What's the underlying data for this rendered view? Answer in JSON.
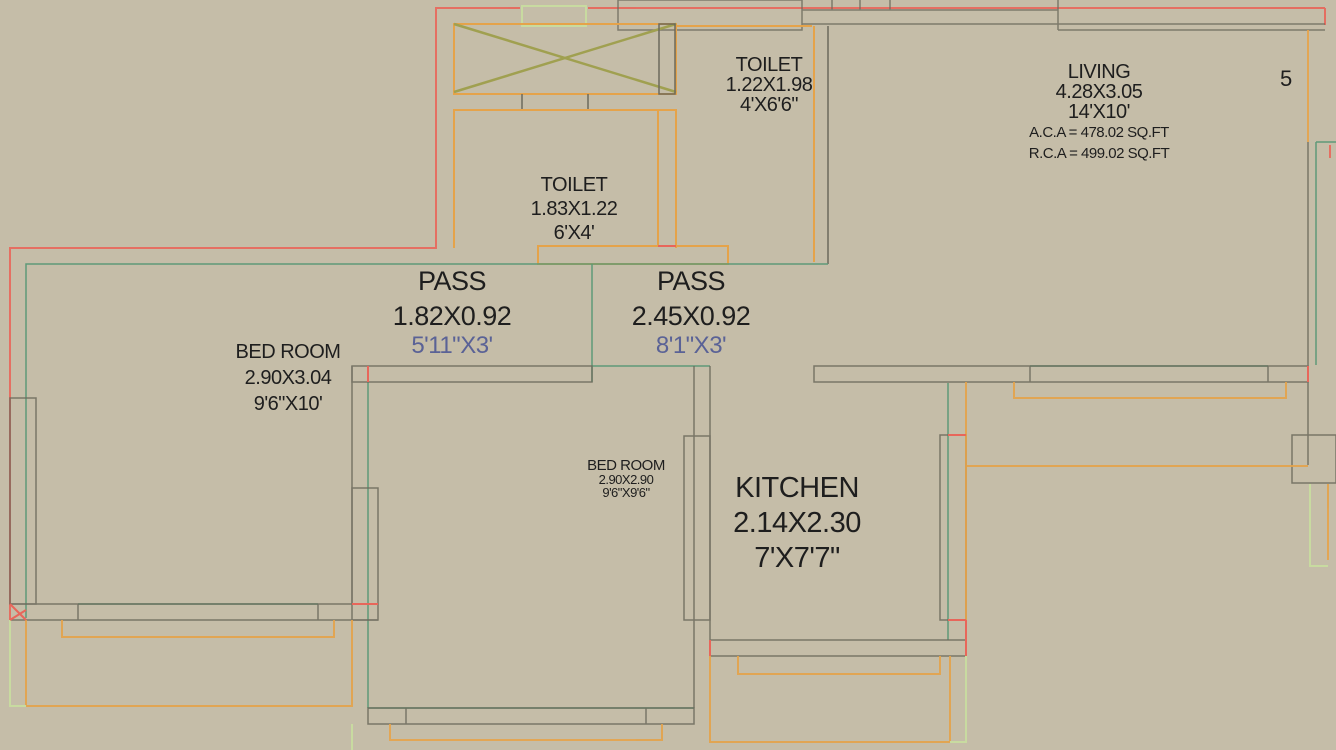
{
  "plan": {
    "unit_number": "5",
    "colors": {
      "background": "#c5bda8",
      "red": "#e8665a",
      "orange": "#e5a34a",
      "yellow": "#c9b35a",
      "green": "#5e9a78",
      "dark": "#6c6a5c",
      "light_green": "#c8dba0",
      "olive": "#a0a050",
      "imperial_text": "#5a6296"
    },
    "rooms": [
      {
        "id": "living",
        "name": "LIVING",
        "metric": "4.28X3.05",
        "imperial": "14'X10'",
        "extra1": "A.C.A = 478.02 SQ.FT",
        "extra2": "R.C.A = 499.02 SQ.FT"
      },
      {
        "id": "toilet-1",
        "name": "TOILET",
        "metric": "1.22X1.98",
        "imperial": "4'X6'6\""
      },
      {
        "id": "toilet-2",
        "name": "TOILET",
        "metric": "1.83X1.22",
        "imperial": "6'X4'"
      },
      {
        "id": "pass-1",
        "name": "PASS",
        "metric": "1.82X0.92",
        "imperial": "5'11\"X3'"
      },
      {
        "id": "pass-2",
        "name": "PASS",
        "metric": "2.45X0.92",
        "imperial": "8'1\"X3'"
      },
      {
        "id": "bedroom-1",
        "name": "BED ROOM",
        "metric": "2.90X3.04",
        "imperial": "9'6\"X10'"
      },
      {
        "id": "bedroom-2",
        "name": "BED ROOM",
        "metric": "2.90X2.90",
        "imperial": "9'6\"X9'6\""
      },
      {
        "id": "kitchen",
        "name": "KITCHEN",
        "metric": "2.14X2.30",
        "imperial": "7'X7'7\""
      }
    ]
  }
}
